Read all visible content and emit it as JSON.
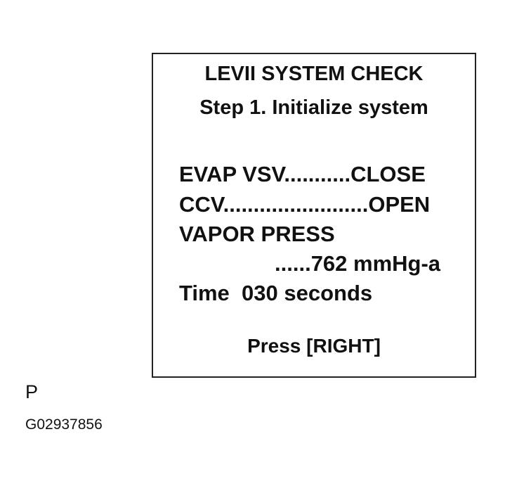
{
  "screen": {
    "title": "LEVII SYSTEM CHECK",
    "subtitle": "Step 1. Initialize system",
    "evap_vsv": {
      "label": "EVAP VSV",
      "dots": "...........",
      "value": "CLOSE"
    },
    "ccv": {
      "label": "CCV",
      "dots": "........................",
      "value": "OPEN"
    },
    "vapor_press": {
      "label": "VAPOR PRESS",
      "dots": "......",
      "value": "762 mmHg-a"
    },
    "time": {
      "label": "Time",
      "value": "030 seconds"
    },
    "prompt": "Press [RIGHT]"
  },
  "figure": {
    "letter": "P",
    "code": "G02937856"
  }
}
